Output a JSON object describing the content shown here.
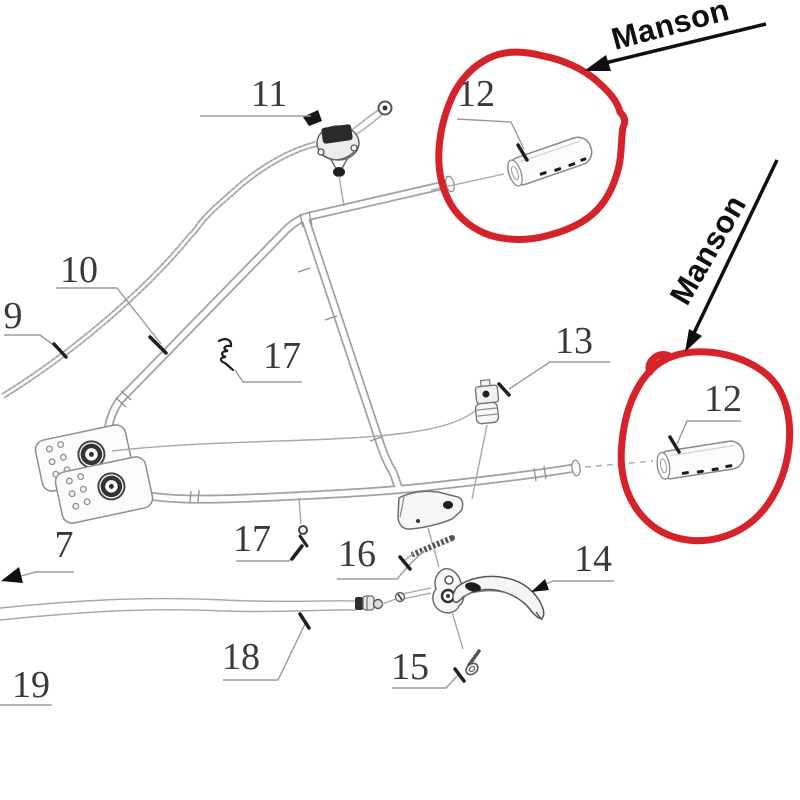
{
  "diagram": {
    "type": "exploded-parts-diagram",
    "brand_annotation": {
      "top": "Manson",
      "right": "Manson"
    },
    "labels": {
      "p7": "7",
      "p9": "9",
      "p10": "10",
      "p11": "11",
      "p12_top": "12",
      "p12_bottom": "12",
      "p13": "13",
      "p14": "14",
      "p15": "15",
      "p16": "16",
      "p17_upper": "17",
      "p17_lower": "17",
      "p18": "18",
      "p19": "19"
    },
    "colors": {
      "highlight": "#d6232b",
      "linework": "#9a9a9a",
      "dark_ink": "#101010",
      "label_ink": "#3a3a3a",
      "background": "#ffffff"
    }
  }
}
